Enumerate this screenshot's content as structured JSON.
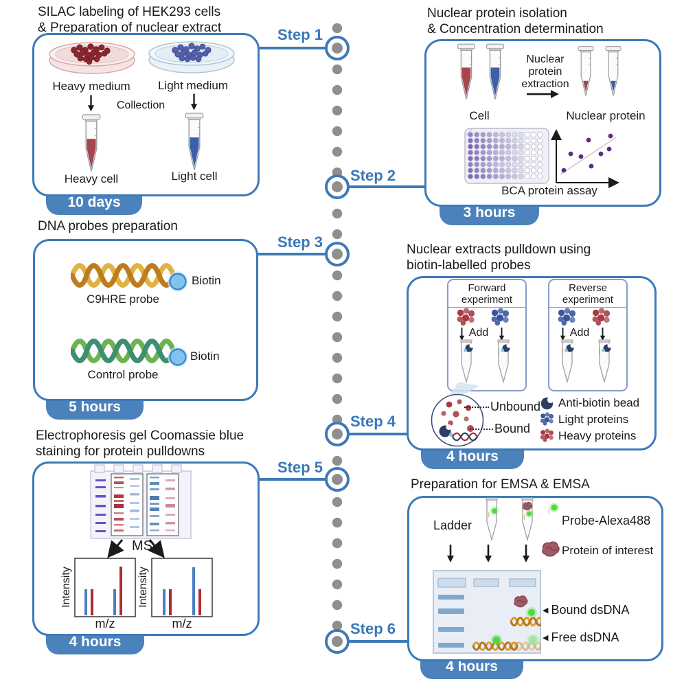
{
  "timeline": {
    "steps": [
      {
        "label": "Step 1"
      },
      {
        "label": "Step 2"
      },
      {
        "label": "Step 3"
      },
      {
        "label": "Step 4"
      },
      {
        "label": "Step 5"
      },
      {
        "label": "Step 6"
      }
    ]
  },
  "step1": {
    "title_line1": "SILAC labeling of HEK293 cells",
    "title_line2": "& Preparation of nuclear extract",
    "heavy_medium": "Heavy medium",
    "light_medium": "Light medium",
    "collection": "Collection",
    "heavy_cell": "Heavy cell",
    "light_cell": "Light cell",
    "duration": "10 days"
  },
  "step2": {
    "title_line1": "Nuclear protein isolation",
    "title_line2": "& Concentration determination",
    "extraction_l1": "Nuclear",
    "extraction_l2": "protein",
    "extraction_l3": "extraction",
    "cell": "Cell",
    "nuclear_protein": "Nuclear protein",
    "bca": "BCA protein assay",
    "duration": "3 hours"
  },
  "step3": {
    "title": "DNA probes preparation",
    "biotin": "Biotin",
    "c9hre_probe": "C9HRE probe",
    "control_probe": "Control probe",
    "duration": "5 hours"
  },
  "step4": {
    "title_line1": "Nuclear extracts pulldown using",
    "title_line2": "biotin-labelled probes",
    "forward_l1": "Forward",
    "forward_l2": "experiment",
    "reverse_l1": "Reverse",
    "reverse_l2": "experiment",
    "add": "Add",
    "unbound": "Unbound",
    "bound": "Bound",
    "legend_bead": "Anti-biotin bead",
    "legend_light": "Light proteins",
    "legend_heavy": "Heavy proteins",
    "duration": "4 hours"
  },
  "step5": {
    "title_line1": "Electrophoresis gel Coomassie blue",
    "title_line2": "staining for protein pulldowns",
    "ms": "MS",
    "intensity": "Intensity",
    "mz": "m/z",
    "duration": "4 hours"
  },
  "step6": {
    "title": "Preparation for EMSA & EMSA",
    "ladder": "Ladder",
    "probe_alexa": "Probe-Alexa488",
    "protein_interest": "Protein of interest",
    "bound_dsdna": "Bound dsDNA",
    "free_dsdna": "Free dsDNA",
    "duration": "4 hours"
  },
  "colors": {
    "accent_blue": "#3d7ab8",
    "badge_blue": "#4c82bc",
    "heavy_red": "#a6454d",
    "light_blue": "#3c5fa8",
    "probe_orange": "#d99b2b",
    "probe_green": "#63ac4c",
    "biotin_blue": "#7fc4ee",
    "alexa_green": "#4edb3c",
    "well_purple": "#7f63bd",
    "timeline_gray": "#8f8f8f"
  }
}
